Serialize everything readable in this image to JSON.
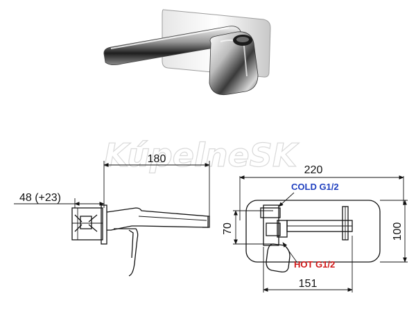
{
  "watermark": "KúpelneSK",
  "photo": {
    "subject": "wall-mounted basin mixer, chrome"
  },
  "drawing": {
    "dimensions": {
      "spout_length": "180",
      "wall_depth": "48 (+23)",
      "plate_width": "220",
      "plate_height": "100",
      "inlet_spacing": "70",
      "valve_width": "151"
    },
    "labels": {
      "cold": "COLD  G1/2",
      "hot": "HOT  G1/2"
    },
    "colors": {
      "cold": "#1f3fbf",
      "hot": "#d01818",
      "line": "#111111"
    }
  }
}
